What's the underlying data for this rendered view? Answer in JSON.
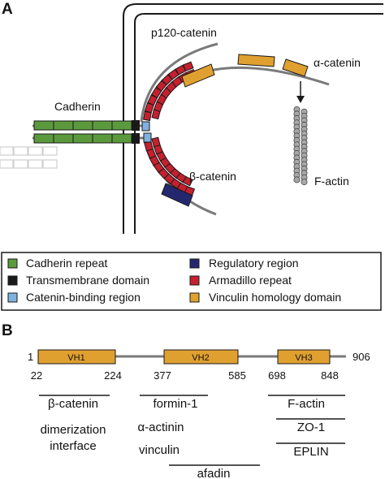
{
  "panel_a": {
    "letter": "A",
    "labels": {
      "p120": "p120-catenin",
      "alpha": "α-catenin",
      "cadherin": "Cadherin",
      "beta": "β-catenin",
      "factin": "F-actin"
    },
    "colors": {
      "cadherin_repeat": "#5b9a3c",
      "transmembrane": "#1a1a1a",
      "catenin_binding": "#7fb2e0",
      "regulatory": "#23286e",
      "armadillo": "#c4202e",
      "vinculin_homology": "#e0a030",
      "actin_bead": "#a8a8a8",
      "backbone": "#7a7a7a"
    }
  },
  "legend": [
    {
      "label": "Cadherin repeat",
      "color": "#5b9a3c"
    },
    {
      "label": "Transmembrane domain",
      "color": "#1a1a1a"
    },
    {
      "label": "Catenin-binding region",
      "color": "#7fb2e0"
    },
    {
      "label": "Regulatory region",
      "color": "#23286e"
    },
    {
      "label": "Armadillo repeat",
      "color": "#c4202e"
    },
    {
      "label": "Vinculin homology domain",
      "color": "#e0a030"
    }
  ],
  "panel_b": {
    "letter": "B",
    "start": "1",
    "end": "906",
    "domains": [
      {
        "name": "VH1",
        "start": "22",
        "end": "224"
      },
      {
        "name": "VH2",
        "start": "377",
        "end": "585"
      },
      {
        "name": "VH3",
        "start": "698",
        "end": "848"
      }
    ],
    "binding": {
      "beta_catenin": "β-catenin",
      "dimerization_1": "dimerization",
      "dimerization_2": "interface",
      "formin": "formin-1",
      "actinin": "α-actinin",
      "vinculin": "vinculin",
      "afadin": "afadin",
      "factin": "F-actin",
      "zo1": "ZO-1",
      "eplin": "EPLIN"
    }
  }
}
